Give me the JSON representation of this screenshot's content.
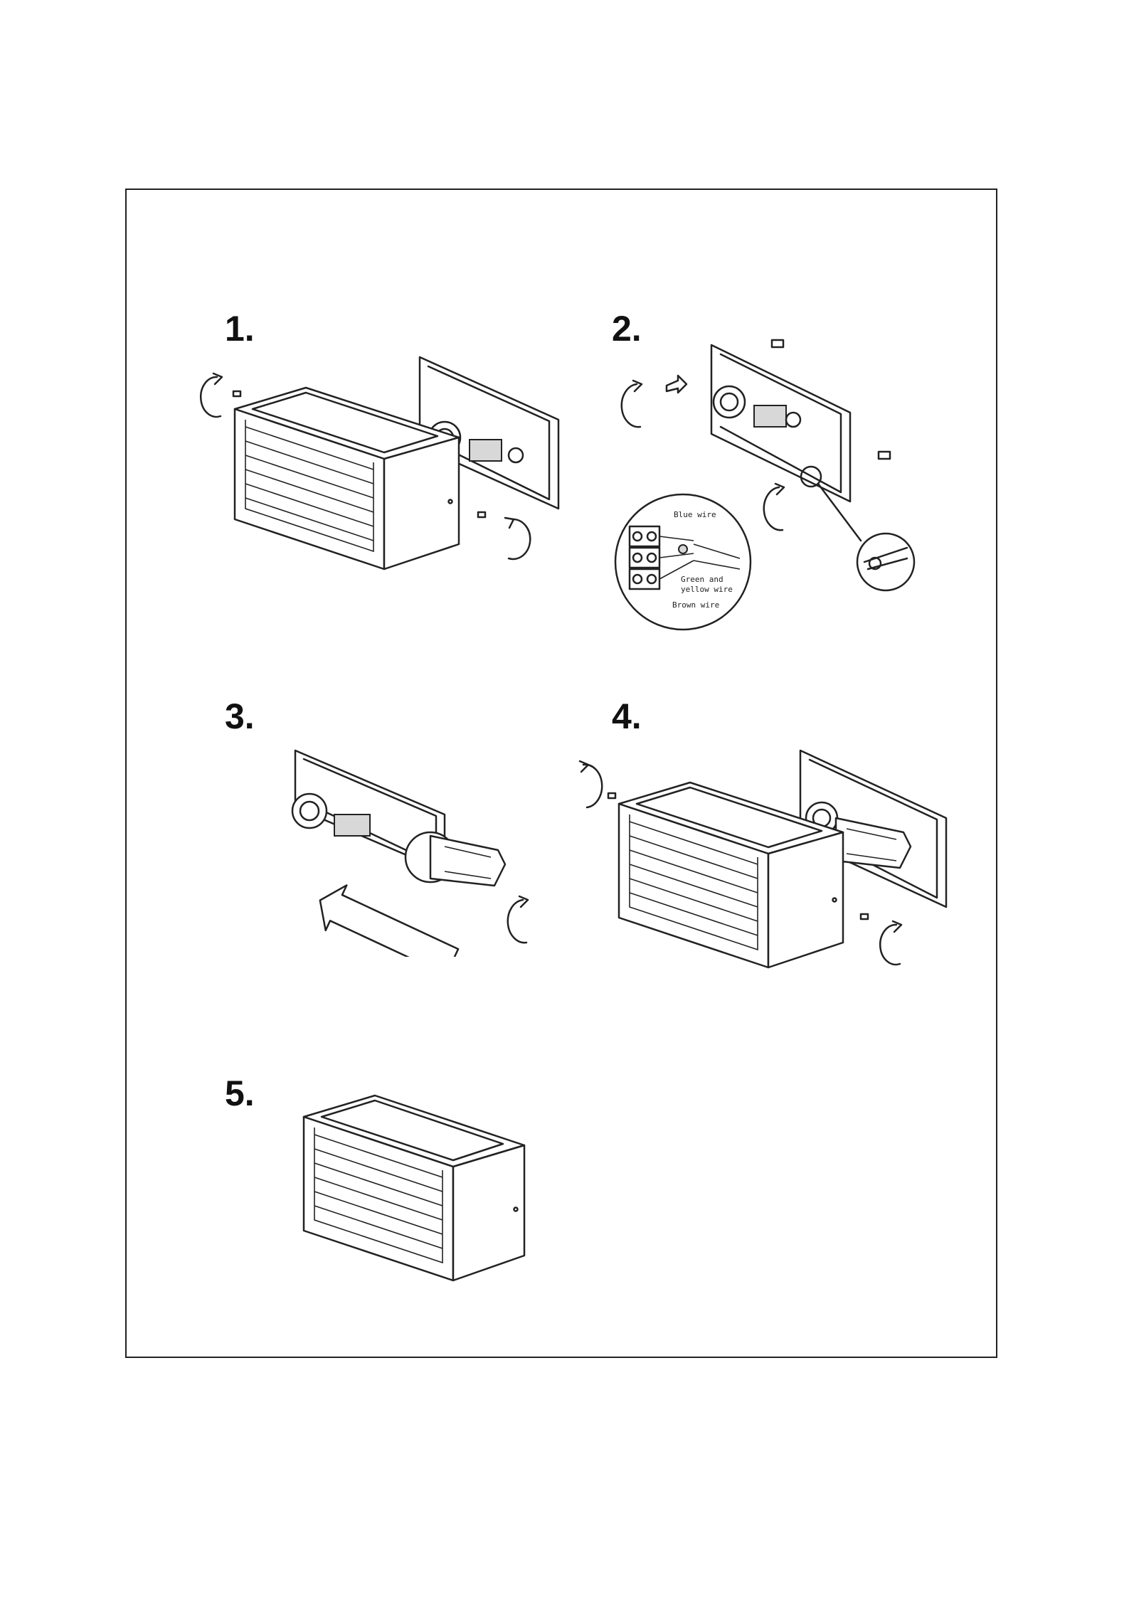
{
  "steps": [
    {
      "number": "1."
    },
    {
      "number": "2."
    },
    {
      "number": "3."
    },
    {
      "number": "4."
    },
    {
      "number": "5."
    }
  ],
  "wiring_detail": {
    "blue_wire": "Blue wire",
    "green_yellow_line1": "Green and",
    "green_yellow_line2": "yellow wire",
    "brown_wire": "Brown wire"
  }
}
